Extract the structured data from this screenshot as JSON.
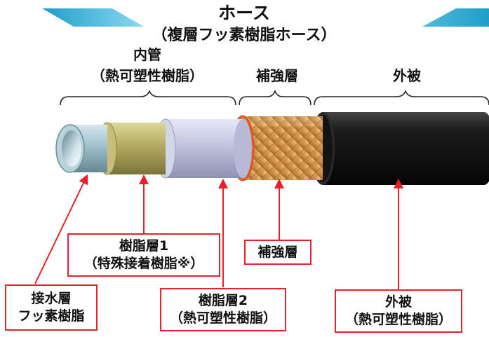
{
  "title": "ホース",
  "subtitle": "（複層フッ素樹脂ホース）",
  "header_labels": {
    "inner_tube": "内管",
    "inner_tube_sub": "（熱可塑性樹脂）",
    "reinforcement": "補強層",
    "outer_cover": "外被"
  },
  "callouts": {
    "water_contact": {
      "line1": "接水層",
      "line2": "フッ素樹脂"
    },
    "resin_layer_1": {
      "line1": "樹脂層1",
      "line2": "（特殊接着樹脂※）"
    },
    "resin_layer_2": {
      "line1": "樹脂層2",
      "line2": "（熱可塑性樹脂）"
    },
    "reinforcement": {
      "line1": "補強層"
    },
    "outer_cover": {
      "line1": "外被",
      "line2": "（熱可塑性樹脂）"
    }
  },
  "colors": {
    "arrow": "#e8202a",
    "banner": "#2aaed6",
    "layer_water": "#9fc0cc",
    "layer_resin1": "#b7b06a",
    "layer_resin2": "#c0c2de",
    "layer_braid": "#d99a4e",
    "layer_outer": "#1a1a1a"
  },
  "icons": {
    "hose": "hose-cutaway-illustration"
  }
}
